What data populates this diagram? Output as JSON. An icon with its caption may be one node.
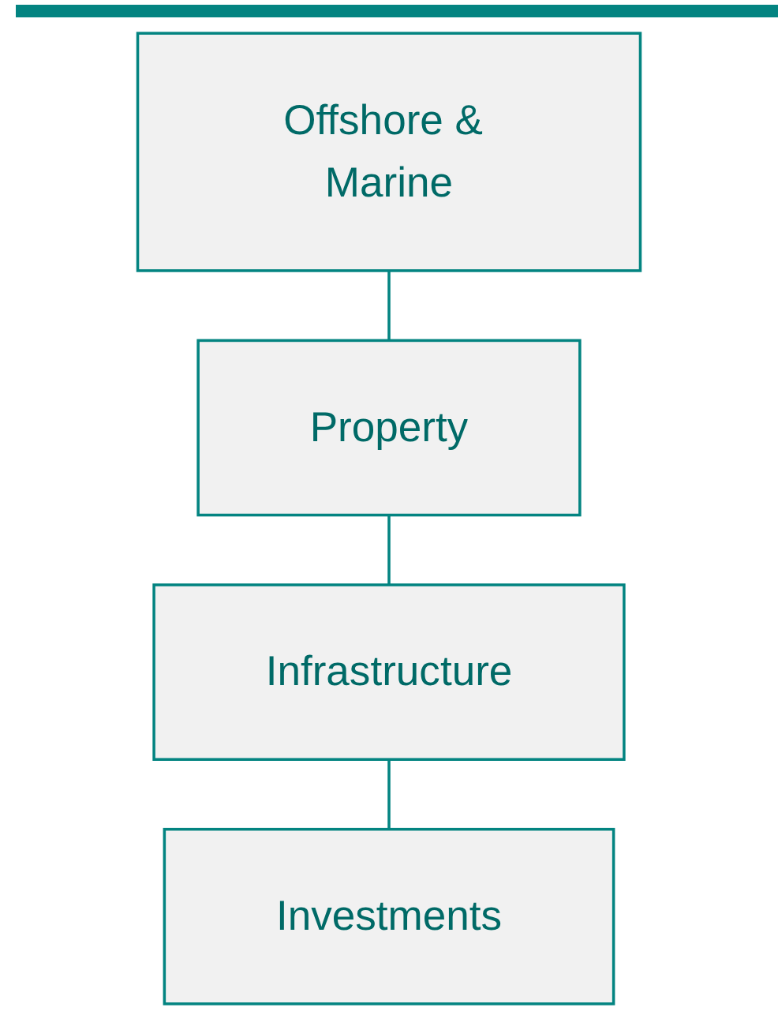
{
  "diagram": {
    "nodes": [
      {
        "text": [
          "Offshore & Marine"
        ]
      },
      {
        "text": [
          "Property"
        ]
      },
      {
        "text": [
          "Infrastructure"
        ]
      },
      {
        "text": [
          "Investments"
        ]
      }
    ],
    "edges": [
      {
        "from": 0,
        "to": 1,
        "arrow": "none"
      },
      {
        "from": 1,
        "to": 2,
        "arrow": "none"
      },
      {
        "from": 2,
        "to": 3,
        "arrow": "none"
      }
    ]
  }
}
